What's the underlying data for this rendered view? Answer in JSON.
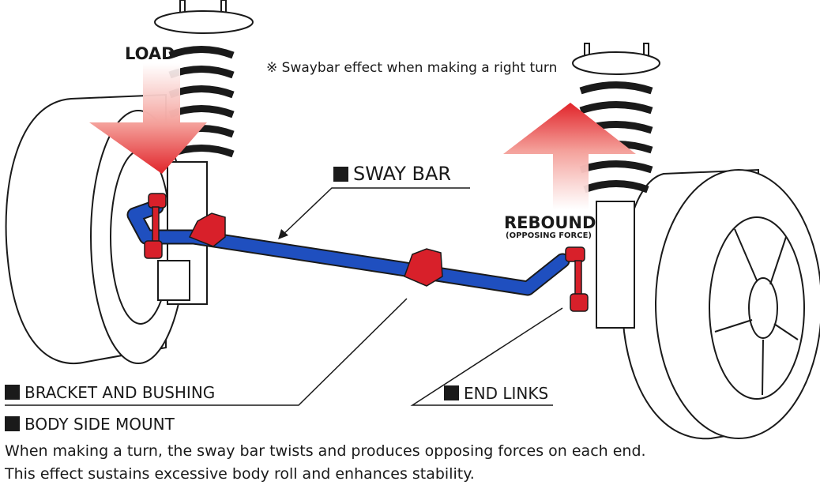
{
  "title_note": "※ Swaybar effect when making a right turn",
  "labels": {
    "load": "LOAD",
    "rebound": "REBOUND",
    "opposing_force": "(OPPOSING FORCE)",
    "sway_bar": "SWAY BAR",
    "bracket_and_bushing": "BRACKET AND BUSHING",
    "body_side_mount": "BODY SIDE MOUNT",
    "end_links": "END LINKS"
  },
  "description": [
    "When making a turn, the sway bar twists and produces opposing forces on each end.",
    "This effect sustains excessive body roll and enhances stability."
  ],
  "colors": {
    "sway_bar": "#1f4fbf",
    "bracket": "#d8202a",
    "arrow": "#e1242a",
    "outline": "#1a1a1a"
  }
}
